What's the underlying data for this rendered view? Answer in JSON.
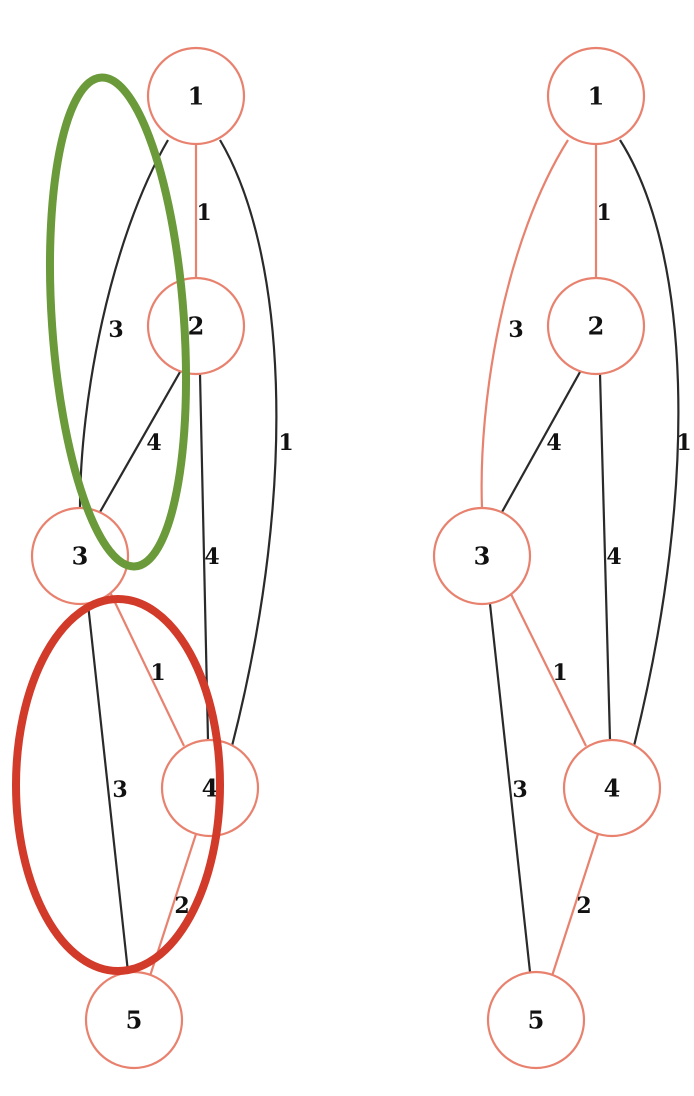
{
  "colors": {
    "tree_edge": "#e8826f",
    "other_edge": "#2a2a2a",
    "node_stroke": "#e8826f",
    "highlight_green": "#6a9a3a",
    "highlight_red": "#d23a2a"
  },
  "graphs": [
    {
      "id": "left",
      "nodes": [
        {
          "id": "1",
          "label": "1"
        },
        {
          "id": "2",
          "label": "2"
        },
        {
          "id": "3",
          "label": "3"
        },
        {
          "id": "4",
          "label": "4"
        },
        {
          "id": "5",
          "label": "5"
        }
      ],
      "edges": [
        {
          "from": "1",
          "to": "2",
          "weight": "1",
          "in_tree": true
        },
        {
          "from": "1",
          "to": "3",
          "weight": "3",
          "in_tree": false
        },
        {
          "from": "1",
          "to": "4",
          "weight": "1",
          "in_tree": false
        },
        {
          "from": "2",
          "to": "3",
          "weight": "4",
          "in_tree": false
        },
        {
          "from": "2",
          "to": "4",
          "weight": "4",
          "in_tree": false
        },
        {
          "from": "3",
          "to": "4",
          "weight": "1",
          "in_tree": true
        },
        {
          "from": "3",
          "to": "5",
          "weight": "3",
          "in_tree": false
        },
        {
          "from": "4",
          "to": "5",
          "weight": "2",
          "in_tree": true
        }
      ],
      "highlights": [
        {
          "name": "green-ellipse",
          "color": "highlight_green"
        },
        {
          "name": "red-ellipse",
          "color": "highlight_red"
        }
      ]
    },
    {
      "id": "right",
      "nodes": [
        {
          "id": "1",
          "label": "1"
        },
        {
          "id": "2",
          "label": "2"
        },
        {
          "id": "3",
          "label": "3"
        },
        {
          "id": "4",
          "label": "4"
        },
        {
          "id": "5",
          "label": "5"
        }
      ],
      "edges": [
        {
          "from": "1",
          "to": "2",
          "weight": "1",
          "in_tree": true
        },
        {
          "from": "1",
          "to": "3",
          "weight": "3",
          "in_tree": true
        },
        {
          "from": "1",
          "to": "4",
          "weight": "1",
          "in_tree": false
        },
        {
          "from": "2",
          "to": "3",
          "weight": "4",
          "in_tree": false
        },
        {
          "from": "2",
          "to": "4",
          "weight": "4",
          "in_tree": false
        },
        {
          "from": "3",
          "to": "4",
          "weight": "1",
          "in_tree": true
        },
        {
          "from": "3",
          "to": "5",
          "weight": "3",
          "in_tree": false
        },
        {
          "from": "4",
          "to": "5",
          "weight": "2",
          "in_tree": true
        }
      ],
      "highlights": []
    }
  ]
}
